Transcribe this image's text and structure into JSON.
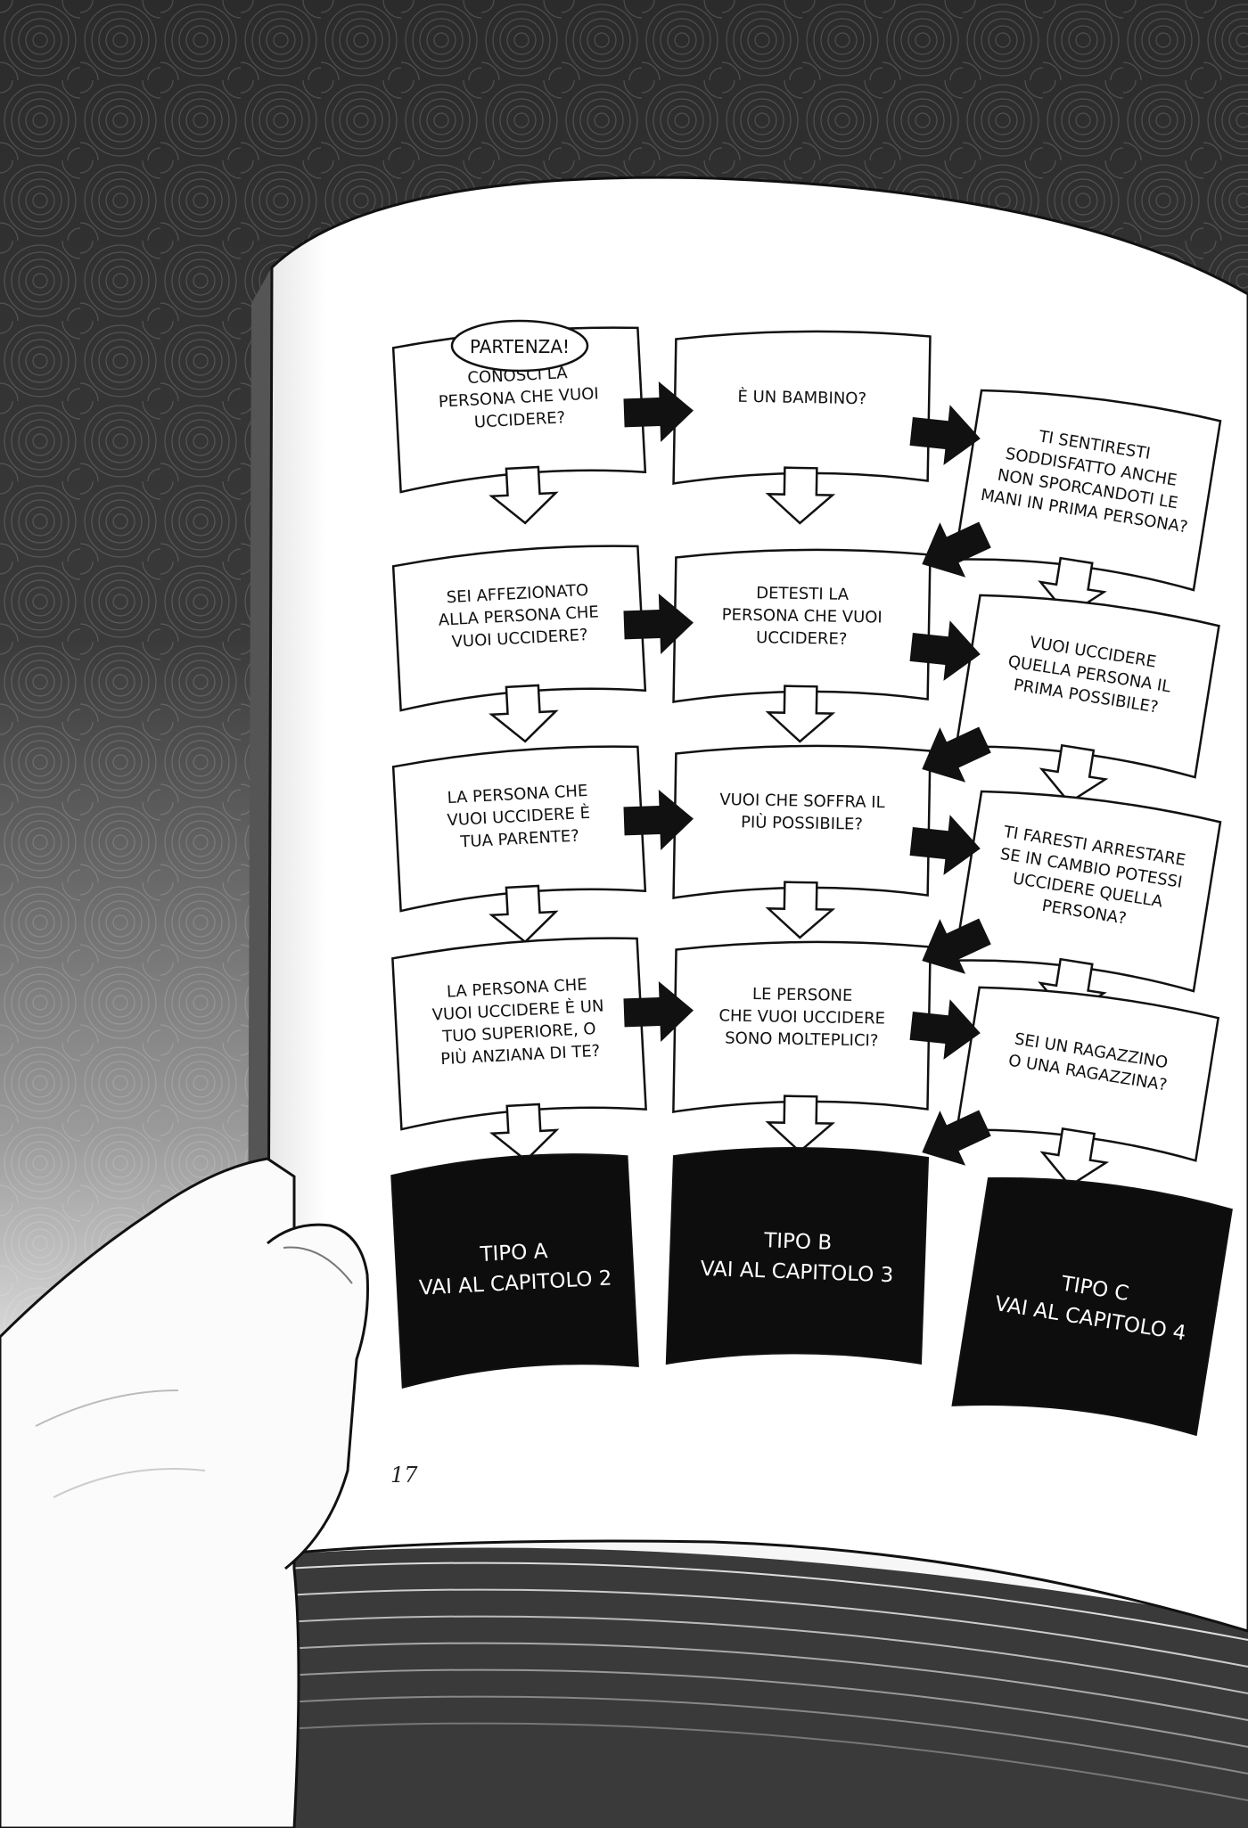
{
  "start_label": "PARTENZA!",
  "questions": {
    "a1": [
      "CONOSCI LA",
      "PERSONA CHE VUOI",
      "UCCIDERE?"
    ],
    "a2": [
      "SEI AFFEZIONATO",
      "ALLA PERSONA CHE",
      "VUOI UCCIDERE?"
    ],
    "a3": [
      "LA PERSONA CHE",
      "VUOI UCCIDERE È",
      "TUA PARENTE?"
    ],
    "a4": [
      "LA PERSONA CHE",
      "VUOI UCCIDERE È UN",
      "TUO SUPERIORE, O",
      "PIÙ ANZIANA DI TE?"
    ],
    "b1": [
      "È UN BAMBINO?"
    ],
    "b2": [
      "DETESTI LA",
      "PERSONA CHE VUOI",
      "UCCIDERE?"
    ],
    "b3": [
      "VUOI CHE SOFFRA IL",
      "PIÙ POSSIBILE?"
    ],
    "b4": [
      "LE PERSONE",
      "CHE VUOI UCCIDERE",
      "SONO MOLTEPLICI?"
    ],
    "c1": [
      "TI SENTIRESTI",
      "SODDISFATTO ANCHE",
      "NON SPORCANDOTI LE",
      "MANI IN PRIMA PERSONA?"
    ],
    "c2": [
      "VUOI UCCIDERE",
      "QUELLA PERSONA IL",
      "PRIMA POSSIBILE?"
    ],
    "c3": [
      "TI FARESTI ARRESTARE",
      "SE IN CAMBIO POTESSI",
      "UCCIDERE QUELLA",
      "PERSONA?"
    ],
    "c4": [
      "SEI UN RAGAZZINO",
      "O UNA RAGAZZINA?"
    ]
  },
  "results": {
    "a": [
      "TIPO A",
      "VAI AL CAPITOLO 2"
    ],
    "b": [
      "TIPO B",
      "VAI AL CAPITOLO 3"
    ],
    "c": [
      "TIPO C",
      "VAI AL CAPITOLO 4"
    ]
  },
  "page_number": "17",
  "colors": {
    "ink": "#111111",
    "paper": "#ffffff",
    "texture": "#2a2a2a",
    "result_bg": "#0d0d0d"
  }
}
